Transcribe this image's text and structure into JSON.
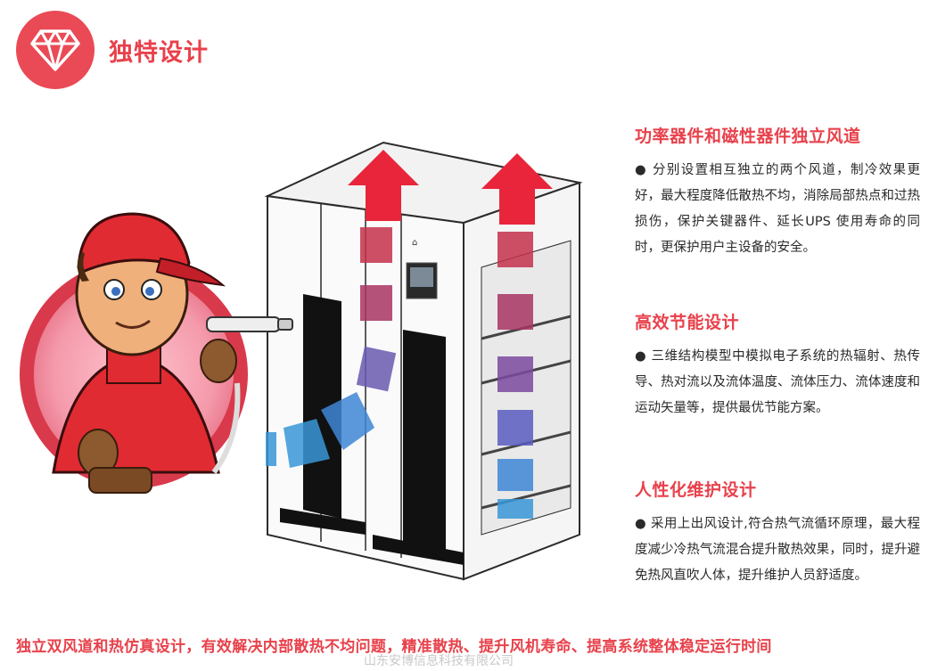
{
  "header": {
    "title": "独特设计",
    "icon": "diamond-icon",
    "accent": "#e8414b"
  },
  "features": [
    {
      "title": "功率器件和磁性器件独立风道",
      "body": "● 分别设置相互独立的两个风道，制冷效果更好，最大程度降低散热不均，消除局部热点和过热损伤，保护关键器件、延长UPS 使用寿命的同时，更保护用户主设备的安全。"
    },
    {
      "title": "高效节能设计",
      "body": "● 三维结构模型中模拟电子系统的热辐射、热传导、热对流以及流体温度、流体压力、流体速度和运动矢量等，提供最优节能方案。"
    },
    {
      "title": "人性化维护设计",
      "body": "● 采用上出风设计,符合热气流循环原理，最大程度减少冷热气流混合提升散热效果，同时，提升避免热风直吹人体，提升维护人员舒适度。"
    }
  ],
  "footer": {
    "text": "独立双风道和热仿真设计，有效解决内部散热不均问题，精准散热、提升风机寿命、提高系统整体稳定运行时间"
  },
  "watermark": {
    "text": "山东安博信息科技有限公司"
  },
  "colors": {
    "hot": "#e8253a",
    "cool": "#3a97d8",
    "badge": "#e94a55"
  }
}
